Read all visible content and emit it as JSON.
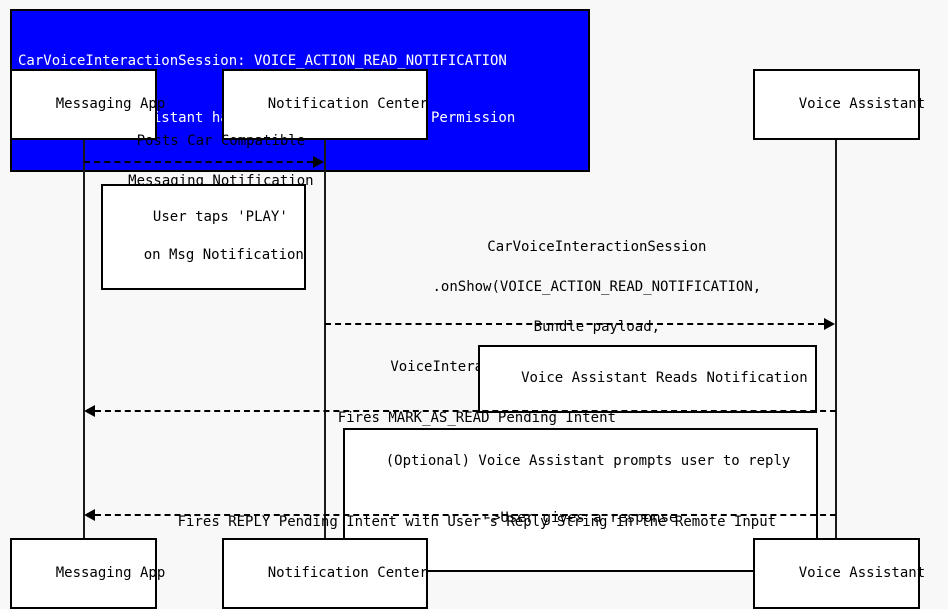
{
  "diagram": {
    "type": "uml-sequence-diagram",
    "background_color": "#f8f8f8",
    "title": {
      "line1": "CarVoiceInteractionSession: VOICE_ACTION_READ_NOTIFICATION",
      "line2": "Assume Voice Assistant has Notification Listener Permission",
      "background_color": "#0000ff",
      "text_color": "#ffffff",
      "border_color": "#000000"
    },
    "participants": [
      {
        "id": "messaging-app",
        "label": "Messaging App"
      },
      {
        "id": "notification-center",
        "label": "Notification Center"
      },
      {
        "id": "voice-assistant",
        "label": "Voice Assistant"
      }
    ],
    "messages": [
      {
        "id": "posts-car-compatible-messaging-notification",
        "from": "messaging-app",
        "to": "notification-center",
        "direction": "right",
        "style": "dashed",
        "label_line1": "Posts Car Compatible",
        "label_line2": "Messaging Notification"
      },
      {
        "id": "on-show",
        "from": "notification-center",
        "to": "voice-assistant",
        "direction": "right",
        "style": "dashed",
        "label_line1": "CarVoiceInteractionSession",
        "label_line2": ".onShow(VOICE_ACTION_READ_NOTIFICATION,",
        "label_line3": "Bundle payload,",
        "label_line4": "VoiceInteractionSession.SHOW_SOURCE_NOTIFICATION)"
      },
      {
        "id": "fires-mark-as-read-pending-intent",
        "from": "voice-assistant",
        "to": "messaging-app",
        "direction": "left",
        "style": "dashed",
        "label_line1": "Fires MARK_AS_READ Pending Intent"
      },
      {
        "id": "fires-reply-pending-intent",
        "from": "voice-assistant",
        "to": "messaging-app",
        "direction": "left",
        "style": "dashed",
        "label_line1": "Fires REPLY Pending Intent with User's Reply String in the Remote Input"
      }
    ],
    "notes": [
      {
        "id": "user-taps-play",
        "line1": "User taps 'PLAY'",
        "line2": "on Msg Notification"
      },
      {
        "id": "voice-assistant-reads-notification",
        "line1": "Voice Assistant Reads Notification"
      },
      {
        "id": "optional-prompt-user-to-reply",
        "line1": "(Optional) Voice Assistant prompts user to reply",
        "line2": "->User gives a response"
      }
    ]
  }
}
